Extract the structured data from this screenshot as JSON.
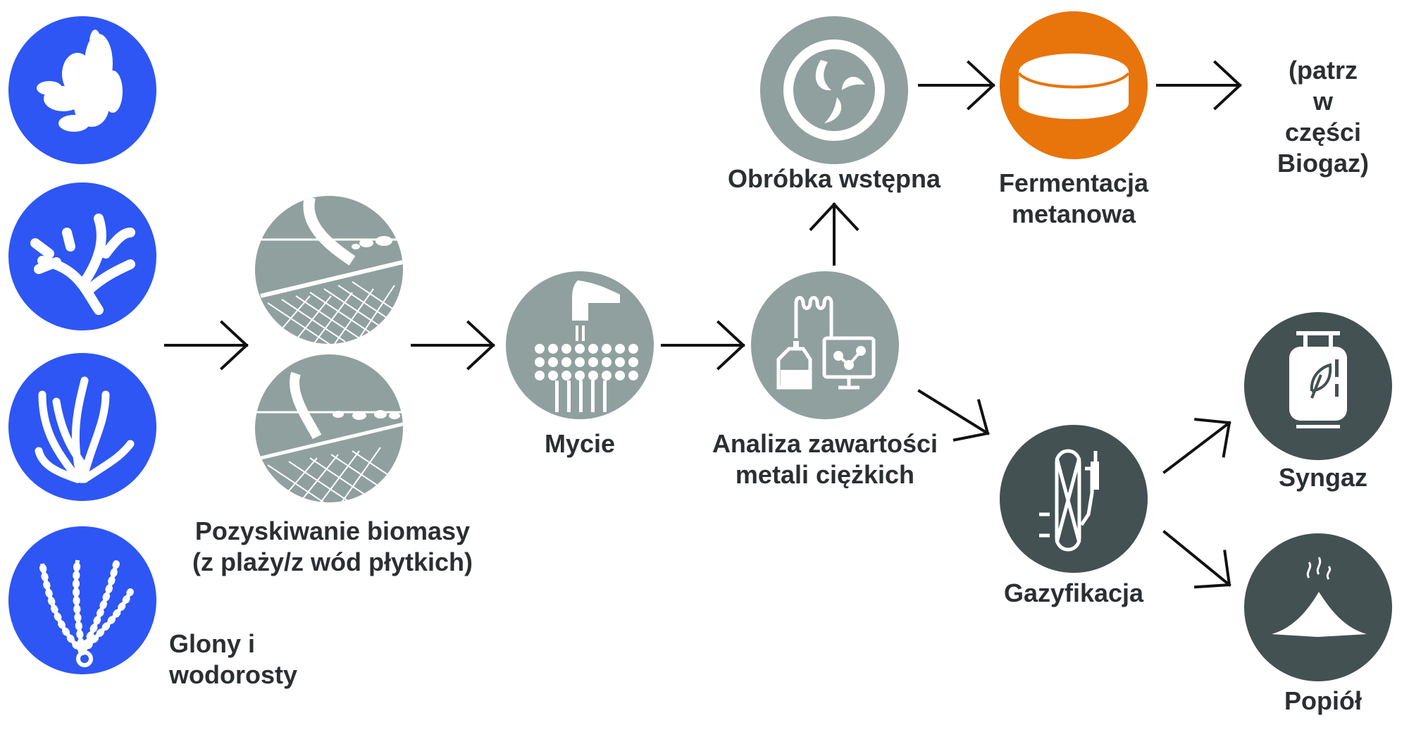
{
  "colors": {
    "blue": "#2d56f5",
    "gray": "#8fa09f",
    "orange": "#e8740c",
    "dark": "#435153",
    "text": "#2b2f31",
    "arrow": "#111111"
  },
  "nodes": {
    "source": {
      "label": "Glony i\nwodorosty",
      "icons": [
        "seaweed-lobed-icon",
        "seaweed-branched-icon",
        "seaweed-grass-icon",
        "seaweed-beaded-icon"
      ]
    },
    "harvest": {
      "label": "Pozyskiwanie biomasy\n(z plaży/z wód płytkich)",
      "icons": [
        "beach-harvest-icon",
        "shallow-water-harvest-icon"
      ]
    },
    "washing": {
      "label": "Mycie",
      "icon": "washing-tap-icon"
    },
    "analysis": {
      "label": "Analiza zawartości\nmetali ciężkich",
      "icon": "lab-analysis-icon"
    },
    "pretreatment": {
      "label": "Obróbka wstępna",
      "icon": "rotor-icon"
    },
    "fermentation": {
      "label": "Fermentacja\nmetanowa",
      "icon": "digester-tank-icon"
    },
    "biogas_ref": {
      "label": "(patrz w\nczęści\nBiogaz)"
    },
    "gasification": {
      "label": "Gazyfikacja",
      "icon": "gasifier-icon"
    },
    "syngas": {
      "label": "Syngaz",
      "icon": "gas-cylinder-icon"
    },
    "ash": {
      "label": "Popiół",
      "icon": "ash-pile-icon"
    }
  }
}
